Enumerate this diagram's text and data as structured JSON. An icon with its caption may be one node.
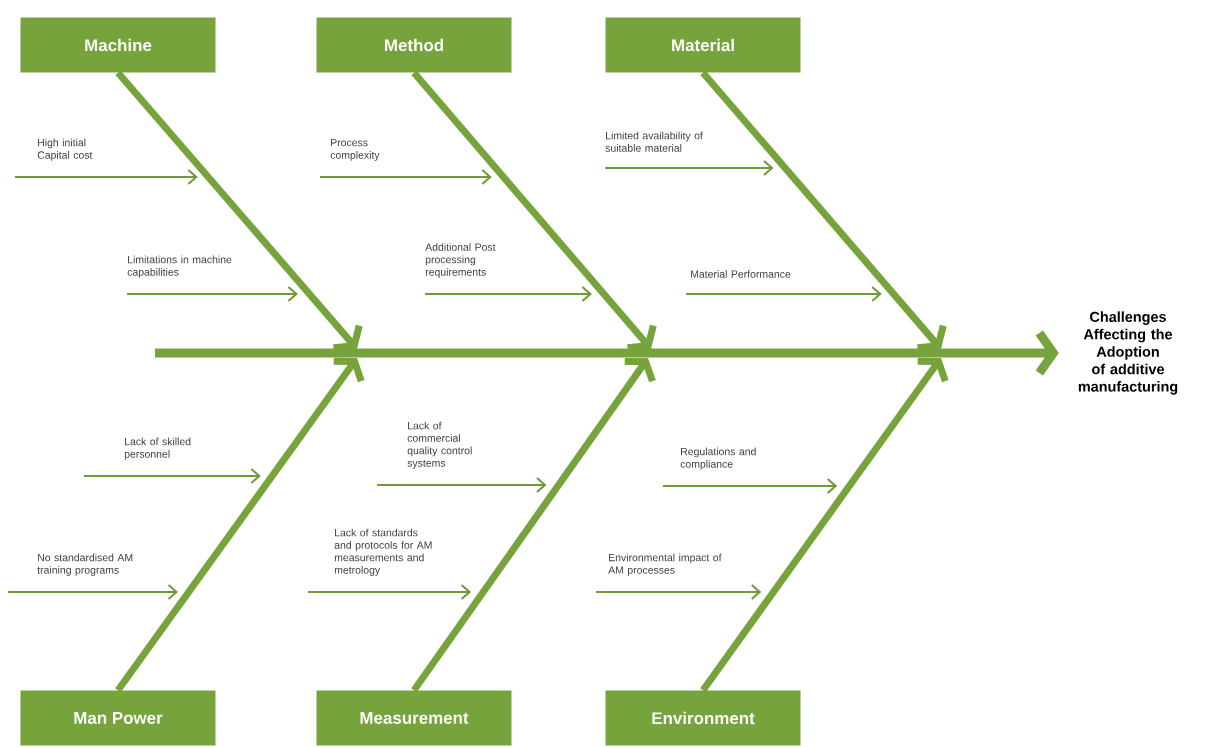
{
  "diagram": {
    "nodes": [
      {
        "text": [
          "Machine"
        ]
      },
      {
        "text": [
          "Method"
        ]
      },
      {
        "text": [
          "Material"
        ]
      },
      {
        "text": [
          "High initial Capital cost"
        ]
      },
      {
        "text": [
          "Process complexity"
        ]
      },
      {
        "text": [
          "Limited availability of suitable material"
        ]
      },
      {
        "text": [
          "Limitations in machine capabilities"
        ]
      },
      {
        "text": [
          "Additional Post processing requirements"
        ]
      },
      {
        "text": [
          "Material Performance"
        ]
      },
      {
        "text": [
          "Challenges Affecting the Adoption of additive manufacturing"
        ]
      },
      {
        "text": [
          "Lack of commercial quality control systems"
        ]
      },
      {
        "text": [
          "Lack of skilled personnel"
        ]
      },
      {
        "text": [
          "Regulations and compliance"
        ]
      },
      {
        "text": [
          "No standardised AM training programs"
        ]
      },
      {
        "text": [
          "Lack of standards and protocols for AM measurements and metrology"
        ]
      },
      {
        "text": [
          "Environmental impact of AM processes"
        ]
      },
      {
        "text": [
          "Man Power"
        ]
      },
      {
        "text": [
          "Measurement"
        ]
      },
      {
        "text": [
          "Environment"
        ]
      }
    ],
    "edges": [
      {
        "from": null,
        "to": 9,
        "arrow": "to",
        "style": "thick"
      },
      {
        "from": 0,
        "to": null,
        "arrow": "to",
        "style": "thick"
      },
      {
        "from": 1,
        "to": null,
        "arrow": "to",
        "style": "thick"
      },
      {
        "from": 2,
        "to": null,
        "arrow": "to",
        "style": "thick"
      },
      {
        "from": 16,
        "to": null,
        "arrow": "to",
        "style": "thick"
      },
      {
        "from": 17,
        "to": null,
        "arrow": "to",
        "style": "thick"
      },
      {
        "from": 18,
        "to": null,
        "arrow": "to",
        "style": "thick"
      },
      {
        "from": 3,
        "to": null,
        "arrow": "to"
      },
      {
        "from": 4,
        "to": null,
        "arrow": "to"
      },
      {
        "from": 5,
        "to": null,
        "arrow": "to"
      },
      {
        "from": 6,
        "to": null,
        "arrow": "to"
      },
      {
        "from": 7,
        "to": null,
        "arrow": "to"
      },
      {
        "from": 8,
        "to": null,
        "arrow": "to"
      },
      {
        "from": 10,
        "to": null,
        "arrow": "to"
      },
      {
        "from": 11,
        "to": null,
        "arrow": "to"
      },
      {
        "from": 12,
        "to": null,
        "arrow": "to"
      },
      {
        "from": 13,
        "to": null,
        "arrow": "to"
      },
      {
        "from": 14,
        "to": null,
        "arrow": "to"
      },
      {
        "from": 15,
        "to": null,
        "arrow": "to"
      }
    ]
  }
}
